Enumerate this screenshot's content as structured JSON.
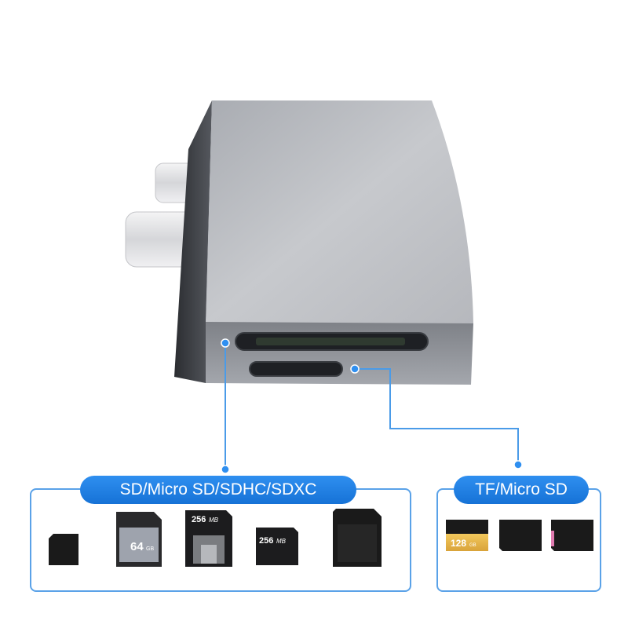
{
  "labels": {
    "sd_group": "SD/Micro SD/SDHC/SDXC",
    "tf_group": "TF/Micro SD"
  },
  "cards": {
    "sd_64": {
      "capacity": "64",
      "unit": "GB"
    },
    "mmc_256_a": {
      "capacity": "256",
      "unit": "MB"
    },
    "mmc_256_b": {
      "capacity": "256",
      "unit": "MB"
    },
    "micro_128": {
      "capacity": "128",
      "unit": "GB"
    }
  },
  "colors": {
    "accent_blue": "#1a7be0",
    "line_blue": "#4a9be8",
    "device_gray": "#b9bcc2",
    "card_black": "#1a1a1a",
    "card_gold": "#e8b84a"
  }
}
